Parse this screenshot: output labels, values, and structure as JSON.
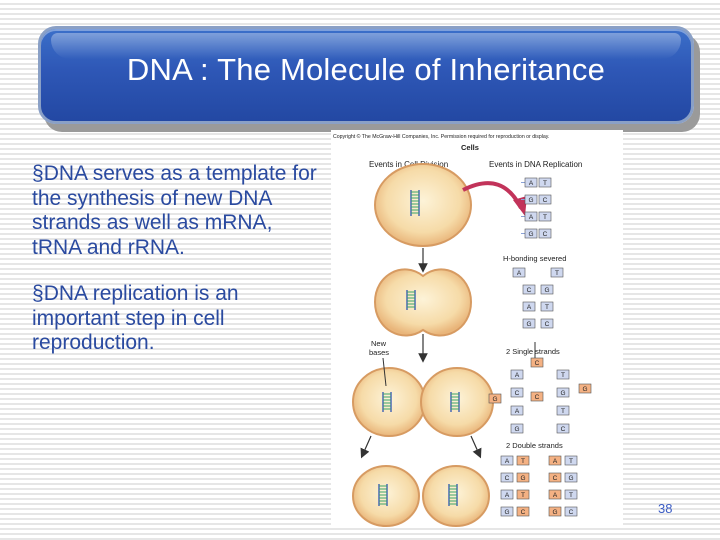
{
  "slide": {
    "title": "DNA : The Molecule of Inheritance",
    "bullets": [
      {
        "marker": "§",
        "text": "DNA serves as a template for the synthesis of new DNA strands as well as mRNA, tRNA and rRNA."
      },
      {
        "marker": "§",
        "text": "DNA replication is an important step in cell reproduction."
      }
    ],
    "page_number": "38"
  },
  "figure": {
    "copyright": "Copyright © The McGraw-Hill Companies, Inc. Permission required for reproduction or display.",
    "heading": "Cells",
    "col_left": "Events in Cell Division",
    "col_right": "Events in DNA Replication",
    "label_hbond": "H-bonding severed",
    "label_new_line1": "New",
    "label_new_line2": "bases",
    "label_single": "2 Single strands",
    "label_double": "2 Double strands",
    "pairs_top": [
      [
        "A",
        "T"
      ],
      [
        "G",
        "C"
      ],
      [
        "A",
        "T"
      ],
      [
        "G",
        "C"
      ]
    ],
    "pairs_hbond": [
      [
        "A",
        "T"
      ],
      [
        "C",
        "G"
      ],
      [
        "A",
        "T"
      ],
      [
        "G",
        "C"
      ]
    ],
    "single_left": [
      "A",
      "C",
      "A",
      "G"
    ],
    "single_right": [
      "T",
      "G",
      "T",
      "C"
    ],
    "free_bases": [
      "G",
      "C",
      "C",
      "G"
    ],
    "double_left": [
      [
        "A",
        "T"
      ],
      [
        "C",
        "G"
      ],
      [
        "A",
        "T"
      ],
      [
        "G",
        "C"
      ]
    ],
    "double_right": [
      [
        "A",
        "T"
      ],
      [
        "C",
        "G"
      ],
      [
        "A",
        "T"
      ],
      [
        "G",
        "C"
      ]
    ]
  }
}
